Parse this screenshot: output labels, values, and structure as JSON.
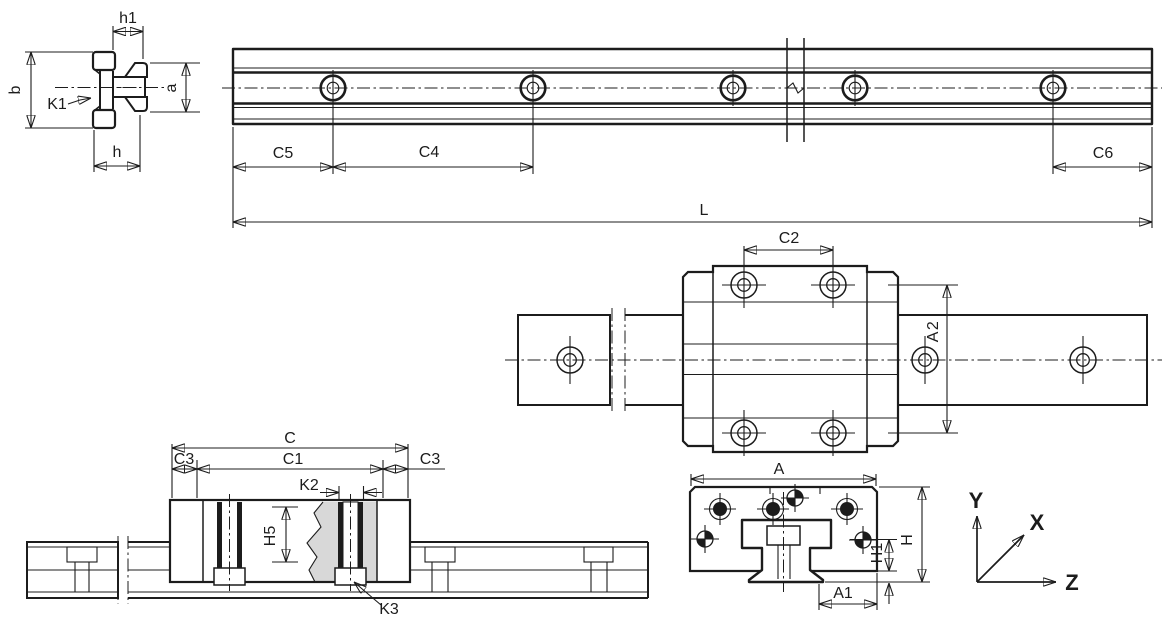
{
  "title": "Linear guide rail and carriage dimensional drawing",
  "colors": {
    "line": "#1c1c1c",
    "background": "#ffffff",
    "section_fill": "#d8d8d8"
  },
  "views": {
    "rail_section": {
      "labels": {
        "h1": "h1",
        "b": "b",
        "k1": "K1",
        "a": "a",
        "h": "h"
      }
    },
    "rail_side": {
      "labels": {
        "c5": "C5",
        "c4": "C4",
        "c6": "C6",
        "l": "L"
      }
    },
    "carriage_top": {
      "labels": {
        "c2": "C2",
        "a2": "A2"
      }
    },
    "carriage_side": {
      "labels": {
        "c": "C",
        "c1": "C1",
        "c3_left": "C3",
        "c3_right": "C3",
        "k2": "K2",
        "h5": "H5",
        "k3": "K3"
      }
    },
    "carriage_end": {
      "labels": {
        "a": "A",
        "h1": "H1",
        "h": "H",
        "a1": "A1"
      }
    },
    "axes": {
      "labels": {
        "x": "X",
        "y": "Y",
        "z": "Z"
      }
    }
  }
}
